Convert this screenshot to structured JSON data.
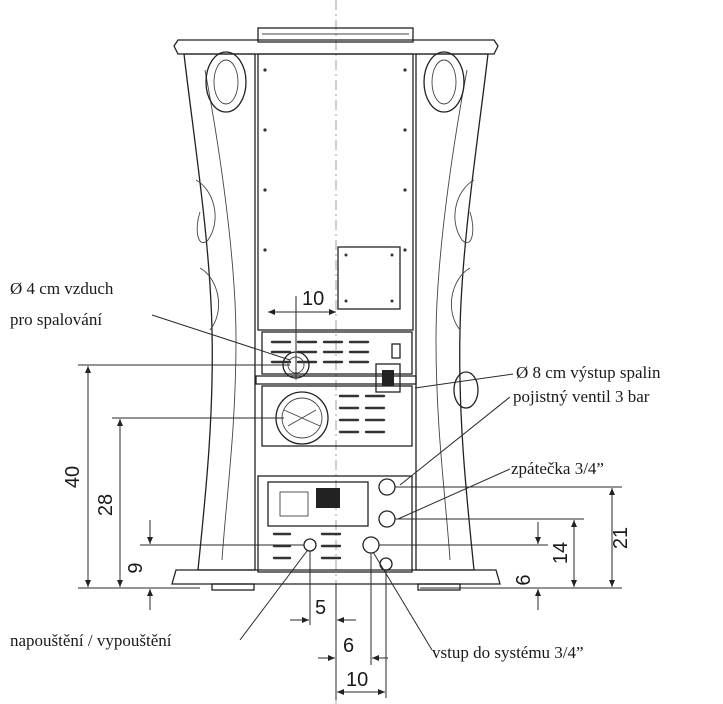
{
  "labels": {
    "air_inlet_line1": "Ø 4 cm vzduch",
    "air_inlet_line2": "pro spalování",
    "flue_outlet": "Ø 8 cm výstup spalin",
    "safety_valve": "pojistný ventil 3 bar",
    "return": "zpátečka 3/4”",
    "fill_drain": "napouštění / vypouštění",
    "system_inlet": "vstup do systému 3/4”"
  },
  "dimensions": {
    "top_offset": "10",
    "height_40": "40",
    "height_28": "28",
    "height_9": "9",
    "offset_5": "5",
    "offset_6_bottom": "6",
    "offset_10_bottom": "10",
    "height_21": "21",
    "height_14": "14",
    "height_6_right": "6"
  }
}
